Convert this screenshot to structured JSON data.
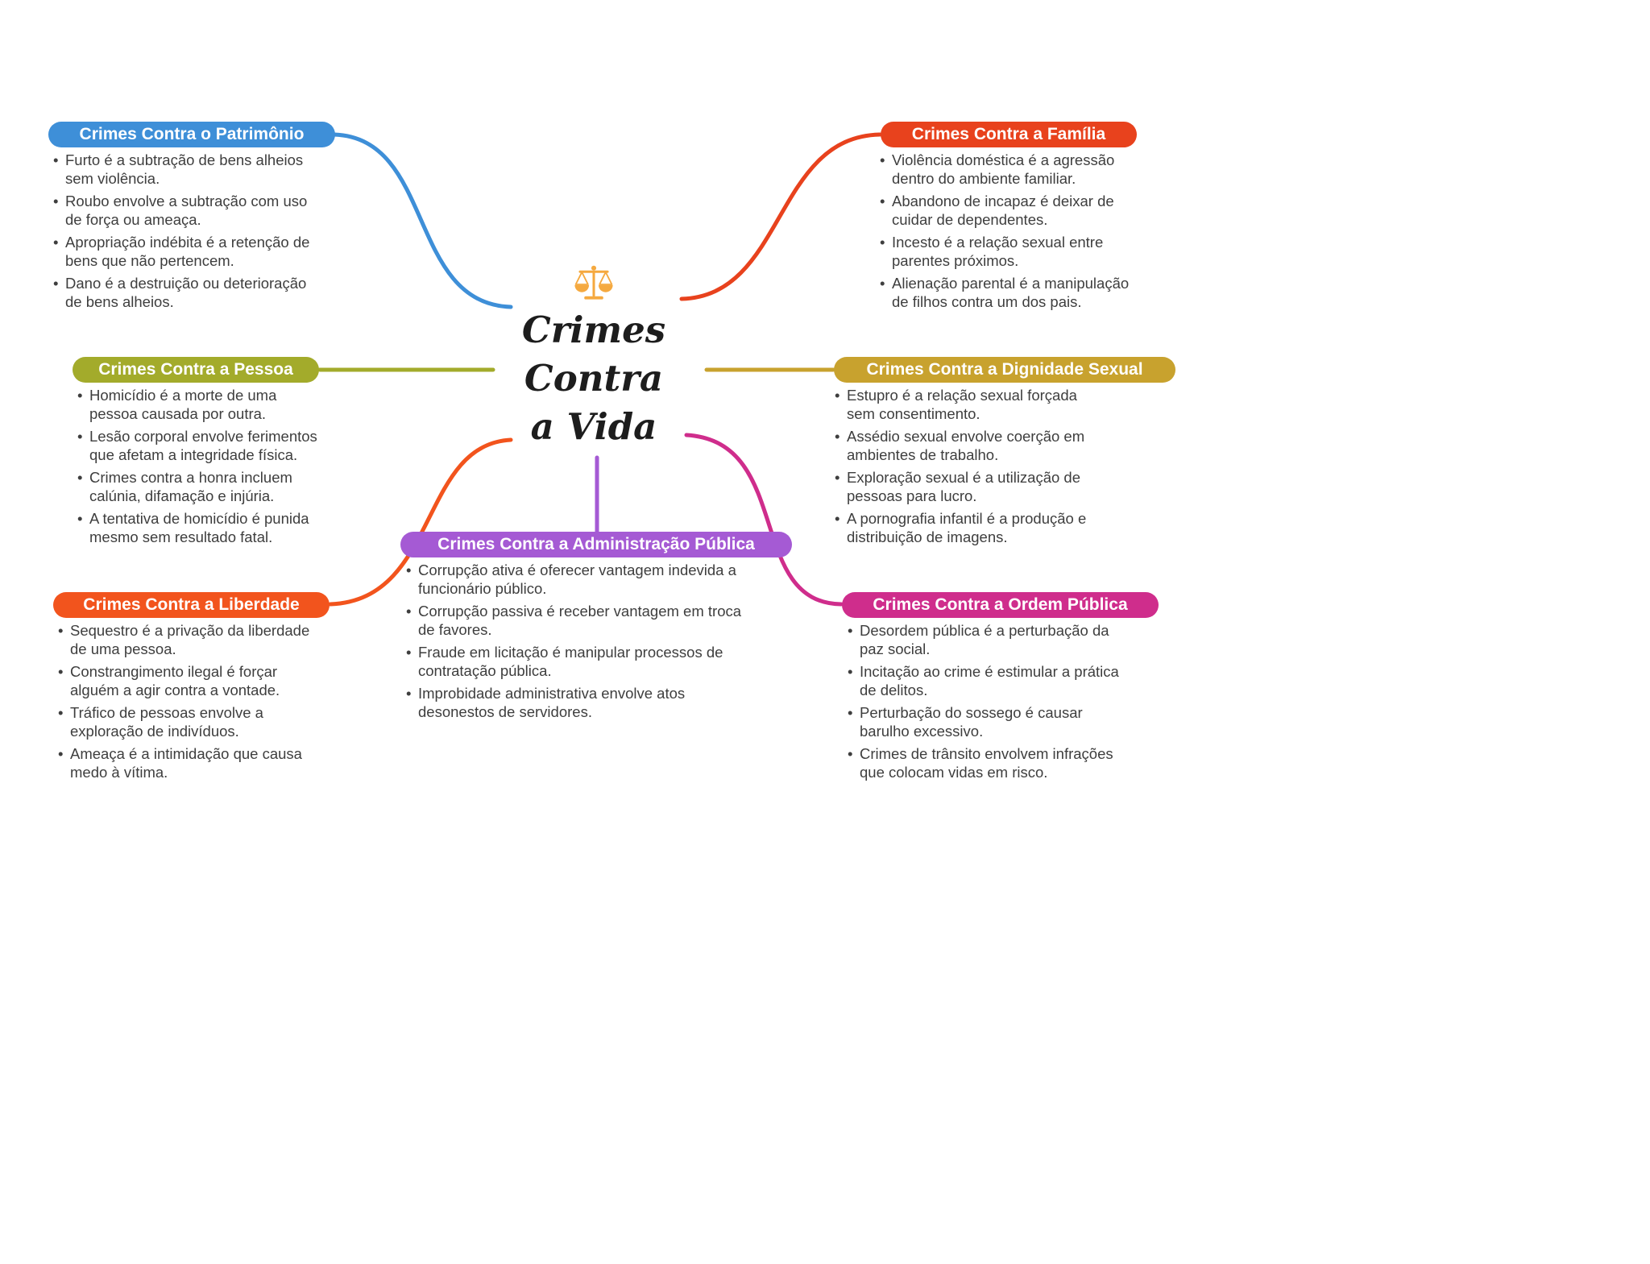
{
  "center": {
    "icon": "scales-of-justice",
    "icon_color": "#f5a93f",
    "title_lines": [
      "Crimes",
      "Contra",
      "a Vida"
    ]
  },
  "branches": [
    {
      "title": "Crimes Contra o Patrimônio",
      "color": "#3e8fd8",
      "items": [
        "Furto é a subtração de bens alheios sem violência.",
        "Roubo envolve a subtração com uso de força ou ameaça.",
        "Apropriação indébita é a retenção de bens que não pertencem.",
        "Dano é a destruição ou deterioração de bens alheios."
      ]
    },
    {
      "title": "Crimes Contra a Família",
      "color": "#e8421d",
      "items": [
        "Violência doméstica é a agressão dentro do ambiente familiar.",
        "Abandono de incapaz é deixar de cuidar de dependentes.",
        "Incesto é a relação sexual entre parentes próximos.",
        "Alienação parental é a manipulação de filhos contra um dos pais."
      ]
    },
    {
      "title": "Crimes Contra a Pessoa",
      "color": "#a3ab2b",
      "items": [
        "Homicídio é a morte de uma pessoa causada por outra.",
        "Lesão corporal envolve ferimentos que afetam a integridade física.",
        "Crimes contra a honra incluem calúnia, difamação e injúria.",
        "A tentativa de homicídio é punida mesmo sem resultado fatal."
      ]
    },
    {
      "title": "Crimes Contra a Dignidade Sexual",
      "color": "#c8a22e",
      "items": [
        "Estupro é a relação sexual forçada sem consentimento.",
        "Assédio sexual envolve coerção em ambientes de trabalho.",
        "Exploração sexual é a utilização de pessoas para lucro.",
        "A pornografia infantil é a produção e distribuição de imagens."
      ]
    },
    {
      "title": "Crimes Contra a Liberdade",
      "color": "#f2541d",
      "items": [
        "Sequestro é a privação da liberdade de uma pessoa.",
        "Constrangimento ilegal é forçar alguém a agir contra a vontade.",
        "Tráfico de pessoas envolve a exploração de indivíduos.",
        "Ameaça é a intimidação que causa medo à vítima."
      ]
    },
    {
      "title": "Crimes Contra a Administração Pública",
      "color": "#a55ad4",
      "items": [
        "Corrupção ativa é oferecer vantagem indevida a funcionário público.",
        "Corrupção passiva é receber vantagem em troca de favores.",
        "Fraude em licitação é manipular processos de contratação pública.",
        "Improbidade administrativa envolve atos desonestos de servidores."
      ]
    },
    {
      "title": "Crimes Contra a Ordem Pública",
      "color": "#cf2d8c",
      "items": [
        "Desordem pública é a perturbação da paz social.",
        "Incitação ao crime é estimular a prática de delitos.",
        "Perturbação do sossego é causar barulho excessivo.",
        "Crimes de trânsito envolvem infrações que colocam vidas em risco."
      ]
    }
  ]
}
